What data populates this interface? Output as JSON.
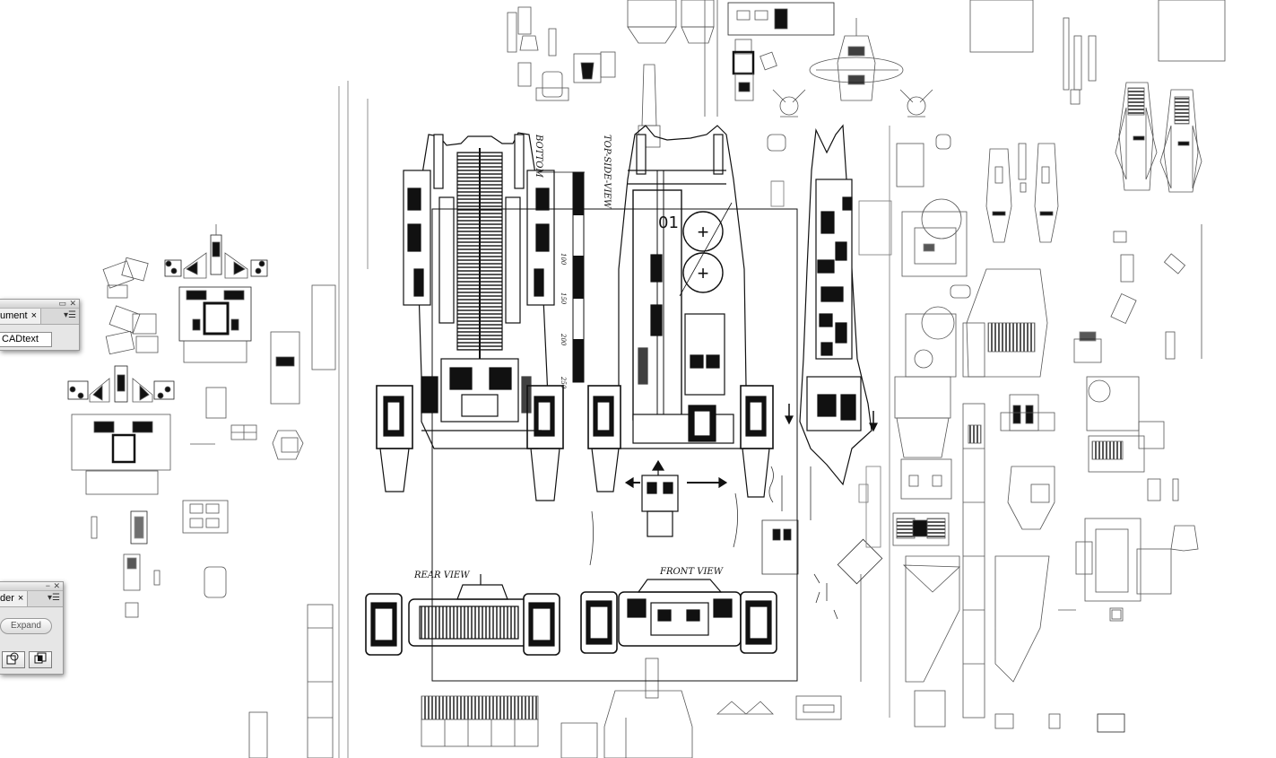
{
  "panels": {
    "document": {
      "tab_label": "ument",
      "close_glyph": "×",
      "menu_glyph": "▾☰",
      "collapse_glyph": "▭",
      "close_panel_glyph": "✕",
      "field_value": "CADtext"
    },
    "pathfinder": {
      "tab_label": "der",
      "close_glyph": "×",
      "menu_glyph": "▾☰",
      "minimize_glyph": "−",
      "close_panel_glyph": "✕",
      "expand_label": "Expand"
    }
  },
  "artwork": {
    "annotations": {
      "bottom_label": "BOTTOM",
      "top_side_label": "TOP-SIDE-VIEW",
      "rear_view": "REAR VIEW",
      "front_view": "FRONT VIEW",
      "scale_marks": [
        "100",
        "150",
        "200",
        "250"
      ],
      "badge": "01"
    }
  }
}
